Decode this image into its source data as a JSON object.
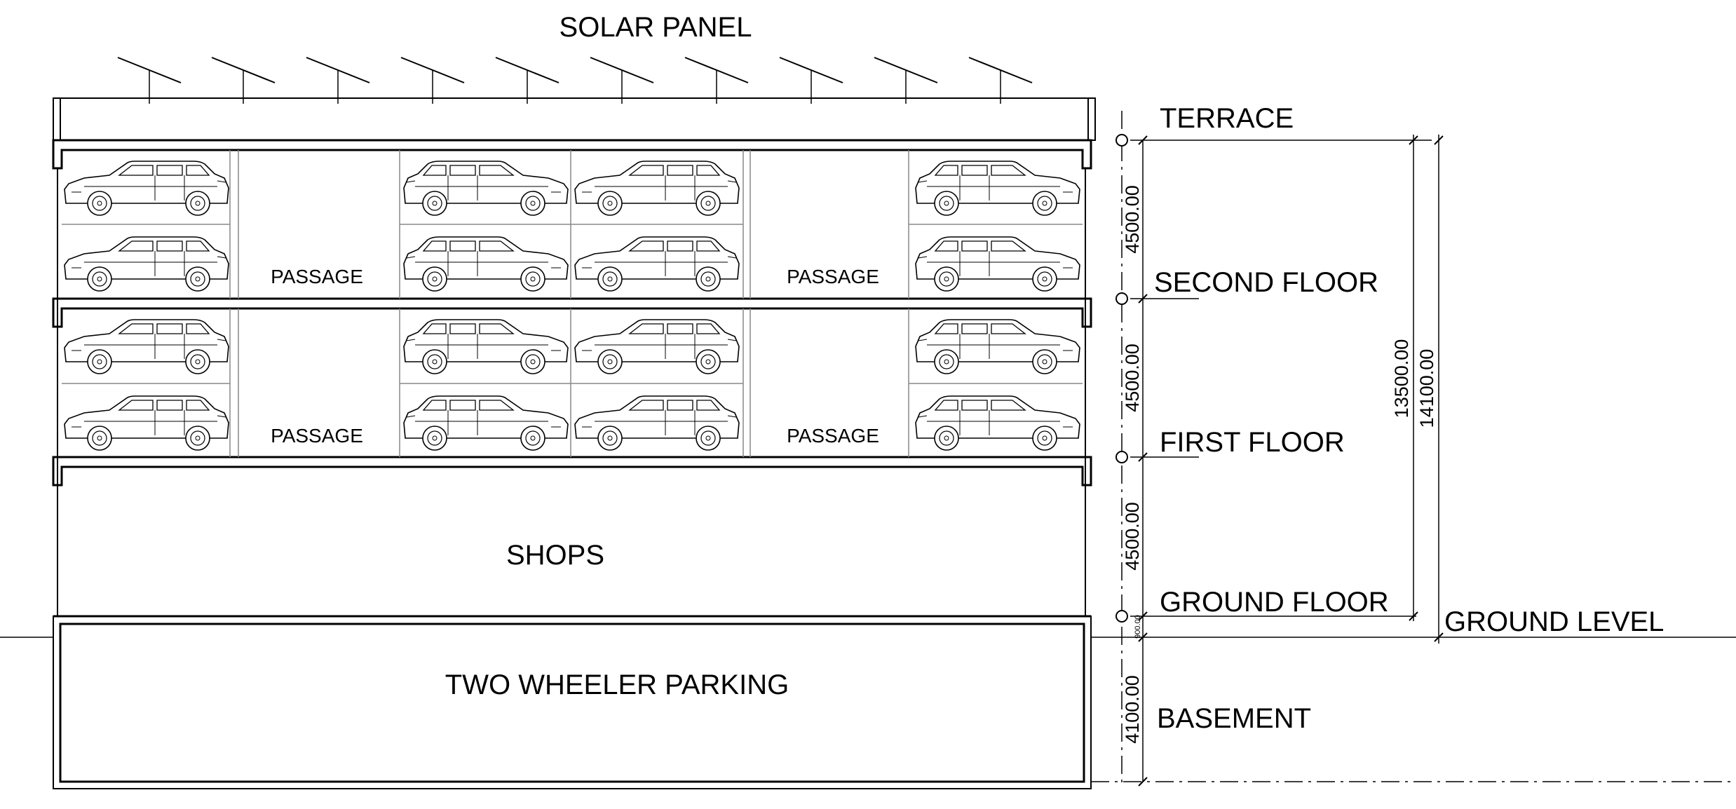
{
  "labels": {
    "solar_panel": "SOLAR PANEL",
    "shops": "SHOPS",
    "two_wheeler_parking": "TWO WHEELER PARKING",
    "passage": "PASSAGE"
  },
  "levels": {
    "terrace": "TERRACE",
    "second_floor": "SECOND FLOOR",
    "first_floor": "FIRST FLOOR",
    "ground_floor": "GROUND FLOOR",
    "ground_level": "GROUND LEVEL",
    "basement": "BASEMENT"
  },
  "dimensions": {
    "second_to_terrace": "4500.00",
    "first_to_second": "4500.00",
    "ground_to_first": "4500.00",
    "plinth": "900.00",
    "basement": "4100.00",
    "ground_floor_to_terrace": "13500.00",
    "ground_level_to_terrace": "14100.00"
  },
  "colors": {
    "line": "#000000",
    "background": "#ffffff"
  },
  "icons": {
    "car": "car-side-icon",
    "solar": "solar-panel-icon",
    "level_marker": "level-circle-icon"
  }
}
